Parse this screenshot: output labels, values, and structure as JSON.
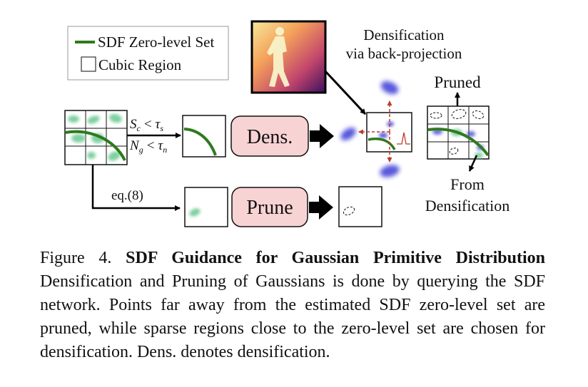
{
  "legend": {
    "zero_level_set": "SDF Zero-level Set",
    "cubic_region": "Cubic Region"
  },
  "labels": {
    "densification_header_line1": "Densification",
    "densification_header_line2": "via back-projection",
    "pruned": "Pruned",
    "from_line1": "From",
    "from_line2": "Densification",
    "dens_box": "Dens.",
    "prune_box": "Prune",
    "eq_ref": "eq.(8)"
  },
  "conditions": {
    "cond1_sym": "S",
    "cond1_sub": "c",
    "cond1_thr": "τ",
    "cond1_thr_sub": "s",
    "cond2_sym": "N",
    "cond2_sub": "g",
    "cond2_thr": "τ",
    "cond2_thr_sub": "n",
    "relation": "<"
  },
  "caption": {
    "figure_label": "Figure 4.",
    "title": "SDF Guidance for Gaussian Primitive Distribution",
    "body": "Densification and Pruning of Gaussians is done by querying the SDF network. Points far away from the estimated SDF zero-level set are pruned, while sparse regions close to the zero-level set are chosen for densification. Dens. denotes densification."
  },
  "colors": {
    "sdf_curve": "#2e7a1e",
    "box_fill": "#f8d3d3",
    "gaussian_green": "#7fd0a0",
    "gaussian_blue": "#3b3bd6",
    "projection_red": "#c0392b"
  },
  "icons": {
    "depth_image": "depth-map-thumbnail",
    "arrows": "black-arrow"
  }
}
